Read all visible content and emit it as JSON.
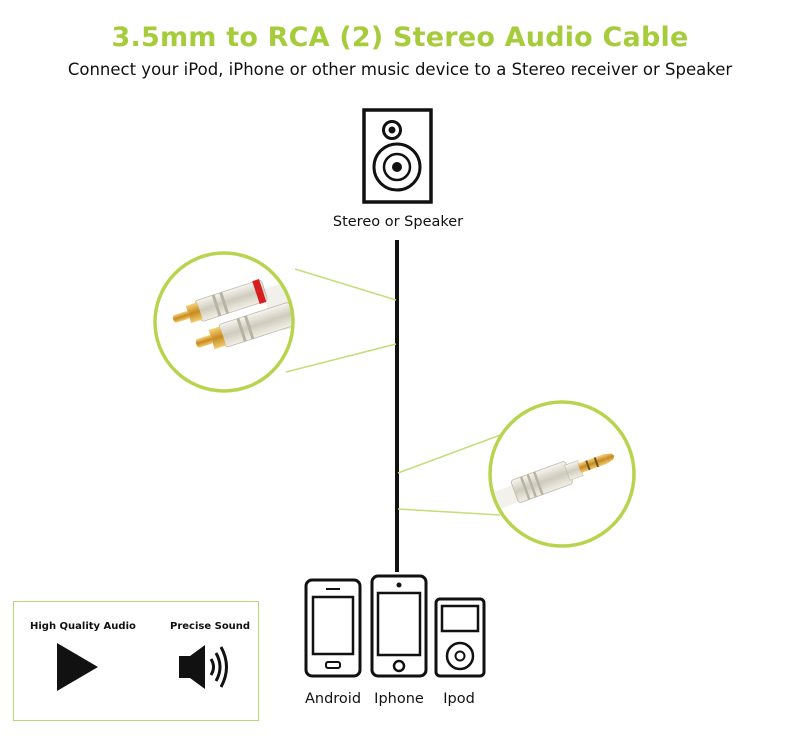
{
  "header": {
    "title": "3.5mm to RCA (2) Stereo Audio Cable",
    "subtitle": "Connect your iPod, iPhone or other music device to a Stereo receiver or Speaker"
  },
  "speaker": {
    "label": "Stereo or Speaker",
    "icon": "speaker-icon"
  },
  "devices": [
    {
      "label": "Android",
      "icon": "android-phone-icon"
    },
    {
      "label": "Iphone",
      "icon": "iphone-icon"
    },
    {
      "label": "Ipod",
      "icon": "ipod-icon"
    }
  ],
  "features": [
    {
      "label": "High Quality Audio",
      "icon": "play-icon"
    },
    {
      "label": "Precise Sound",
      "icon": "speaker-volume-icon"
    }
  ],
  "colors": {
    "accent": "#a6cc3b",
    "cable": "#111111",
    "rca_red": "#d61f1f",
    "gold": "#d7a33a",
    "chrome": "#e6e3d6"
  }
}
